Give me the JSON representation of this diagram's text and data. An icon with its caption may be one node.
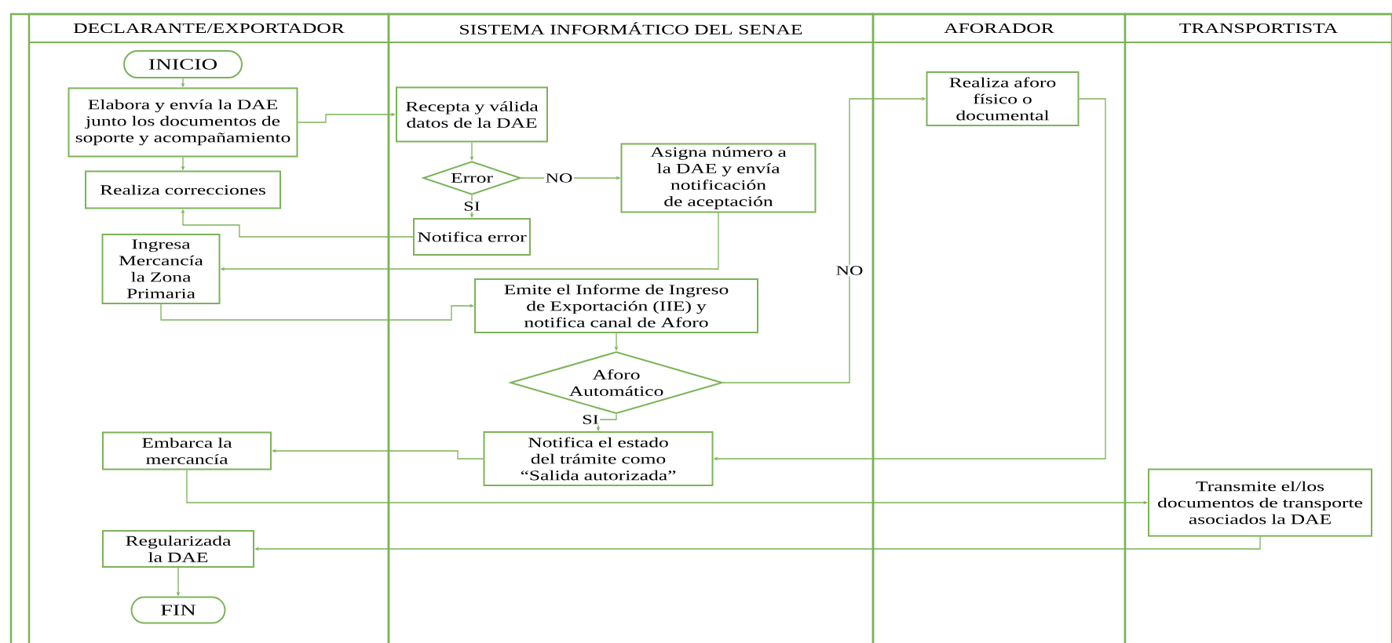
{
  "diagram": {
    "nodes": [
      {
        "text": [
          "DECLARANTE/EXPORTADOR"
        ]
      },
      {
        "text": [
          "SISTEMA INFORMÁTICO DEL SENAE"
        ]
      },
      {
        "text": [
          "AFORADOR"
        ]
      },
      {
        "text": [
          "TRANSPORTISTA"
        ]
      },
      {
        "text": [
          "INICIO"
        ],
        "in": 0
      },
      {
        "text": [
          "Elabora y envía la DAE junto los documentos de soporte y acompañamiento"
        ],
        "in": 0
      },
      {
        "text": [
          "Realiza correcciones"
        ],
        "in": 0
      },
      {
        "text": [
          "Ingresa Mercancía la Zona Primaria"
        ],
        "in": 0
      },
      {
        "text": [
          "Recepta y válida datos de la DAE"
        ],
        "in": 1
      },
      {
        "text": [
          "Error"
        ],
        "in": 1
      },
      {
        "text": [
          "Notifica error"
        ],
        "in": 1
      },
      {
        "text": [
          "Asigna número a la DAE y envía notificación de aceptación"
        ],
        "in": 1
      },
      {
        "text": [
          "Emite el Informe de Ingreso de Exportación (IIE) y notifica canal de Aforo"
        ],
        "in": 1
      },
      {
        "text": [
          "Aforo Automático"
        ],
        "in": 1
      },
      {
        "text": [
          "Notifica el estado del trámite como “Salida autorizada”"
        ],
        "in": 1
      },
      {
        "text": [
          "Realiza aforo físico o documental"
        ],
        "in": 2
      },
      {
        "text": [
          "Embarca la mercancía"
        ],
        "in": 0
      },
      {
        "text": [
          "Regularizada la DAE"
        ],
        "in": 0
      },
      {
        "text": [
          "FIN"
        ],
        "in": 0
      },
      {
        "text": [
          "Transmite el/los documentos de transporte asociados la DAE"
        ],
        "in": 3
      }
    ],
    "edges": [
      {
        "from": 4,
        "to": 5,
        "arrow": "to"
      },
      {
        "from": 5,
        "to": 8,
        "arrow": "to"
      },
      {
        "from": 5,
        "to": 6,
        "arrow": "to"
      },
      {
        "from": 8,
        "to": 9,
        "arrow": "to"
      },
      {
        "from": 9,
        "to": 11,
        "arrow": "to",
        "label": "NO"
      },
      {
        "from": 9,
        "to": 10,
        "arrow": "to",
        "label": "SI"
      },
      {
        "from": 10,
        "to": 6,
        "arrow": "to"
      },
      {
        "from": 11,
        "to": 7,
        "arrow": "to"
      },
      {
        "from": 7,
        "to": 12,
        "arrow": "to"
      },
      {
        "from": 12,
        "to": 13,
        "arrow": "to"
      },
      {
        "from": 13,
        "to": 15,
        "arrow": "to",
        "label": "NO"
      },
      {
        "from": 13,
        "to": 14,
        "arrow": "to",
        "label": "SI"
      },
      {
        "from": 15,
        "to": 14,
        "arrow": "to"
      },
      {
        "from": 14,
        "to": 16,
        "arrow": "to"
      },
      {
        "from": 16,
        "to": 19,
        "arrow": "to"
      },
      {
        "from": 19,
        "to": 17,
        "arrow": "to"
      },
      {
        "from": 17,
        "to": 18,
        "arrow": "to"
      }
    ]
  }
}
